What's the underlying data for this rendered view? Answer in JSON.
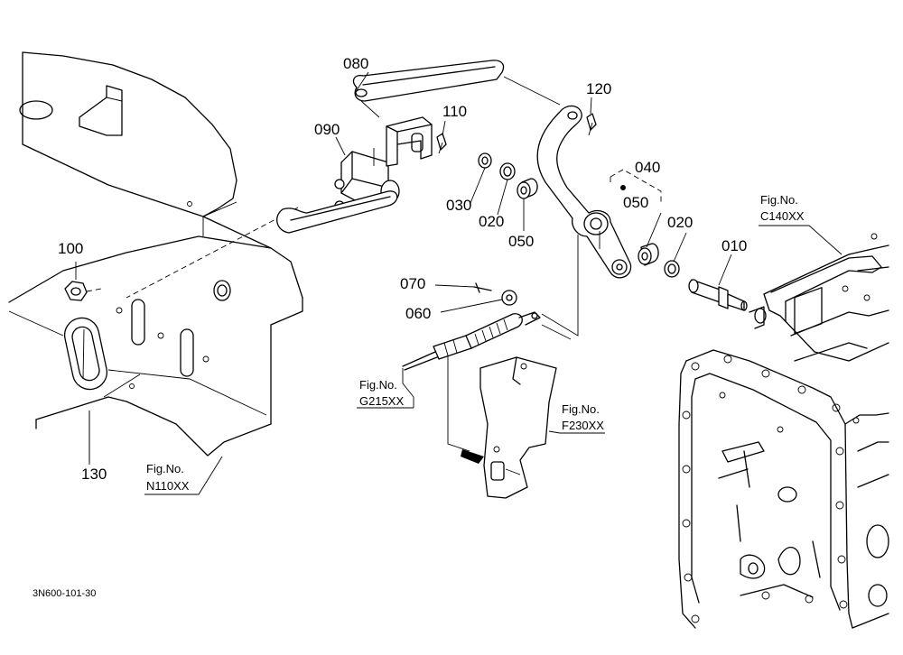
{
  "part_labels": {
    "p010": "010",
    "p020a": "020",
    "p020b": "020",
    "p030": "030",
    "p040": "040",
    "p050a": "050",
    "p050b": "050",
    "p060": "060",
    "p070": "070",
    "p080": "080",
    "p090": "090",
    "p100": "100",
    "p110": "110",
    "p120": "120",
    "p130": "130"
  },
  "figure_refs": {
    "c140": {
      "line1": "Fig.No.",
      "line2": "C140XX"
    },
    "g215": {
      "line1": "Fig.No.",
      "line2": "G215XX"
    },
    "f230": {
      "line1": "Fig.No.",
      "line2": "F230XX"
    },
    "n110": {
      "line1": "Fig.No.",
      "line2": "N110XX"
    }
  },
  "drawing_code": "3N600-101-30"
}
